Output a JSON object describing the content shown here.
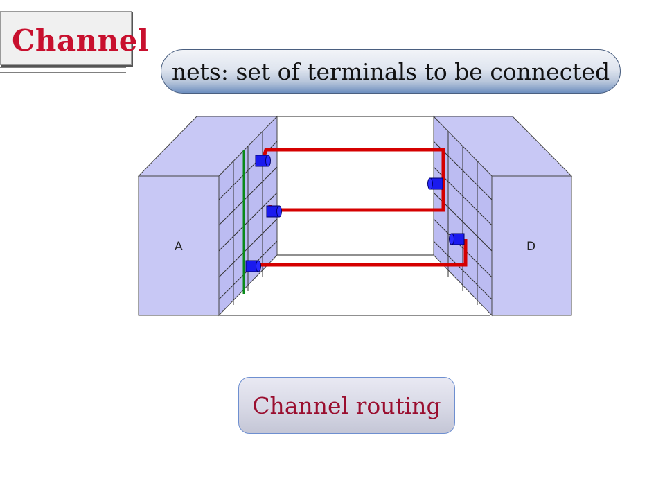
{
  "slide": {
    "title": "Channel",
    "subtitle": "nets: set of terminals to be connected",
    "caption": "Channel routing"
  },
  "diagram": {
    "blocks": [
      {
        "label": "A"
      },
      {
        "label": "D"
      }
    ],
    "net_color": "#d50000",
    "pin_color": "#0a14e0",
    "vertical_wire_color": "#0a8a1a",
    "block_face_color": "#c8c8f5",
    "block_side_color": "#b9b9f0"
  }
}
